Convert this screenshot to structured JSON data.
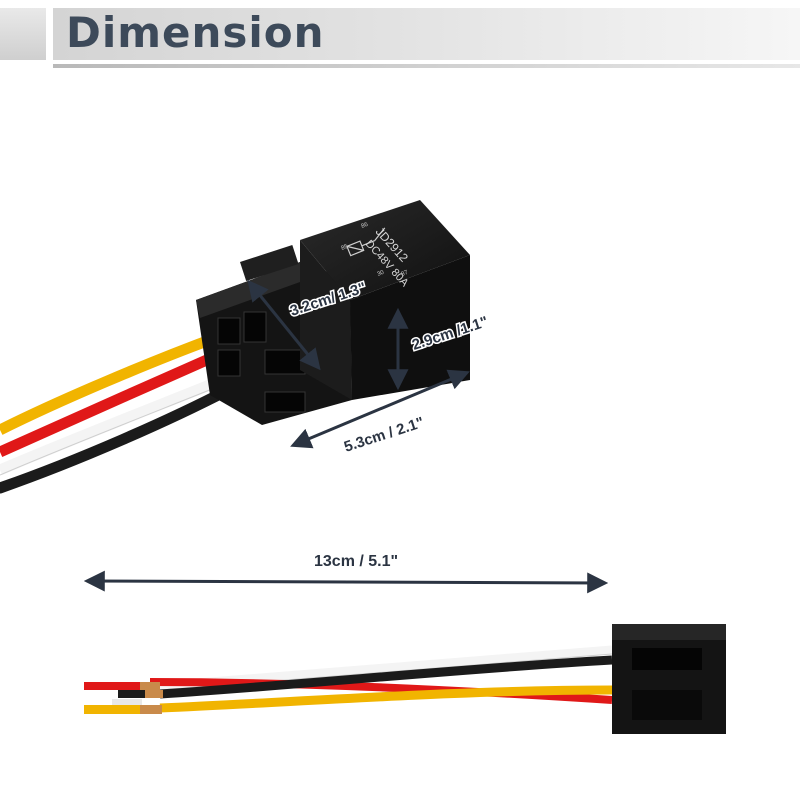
{
  "header": {
    "title": "Dimension"
  },
  "relay": {
    "model": "JD2912",
    "rating": "DC48V 80A",
    "pin_labels": [
      "85",
      "86",
      "30",
      "87"
    ]
  },
  "dimensions": {
    "width": "3.2cm/ 1.3\"",
    "height": "2.9cm /1.1\"",
    "length": "5.3cm / 2.1\"",
    "cable_length": "13cm / 5.1\""
  },
  "colors": {
    "wire_yellow": "#f1b400",
    "wire_red": "#e01818",
    "wire_white": "#f4f4f4",
    "wire_black": "#1b1b1b",
    "housing": "#151515",
    "arrow": "#2b3442"
  }
}
